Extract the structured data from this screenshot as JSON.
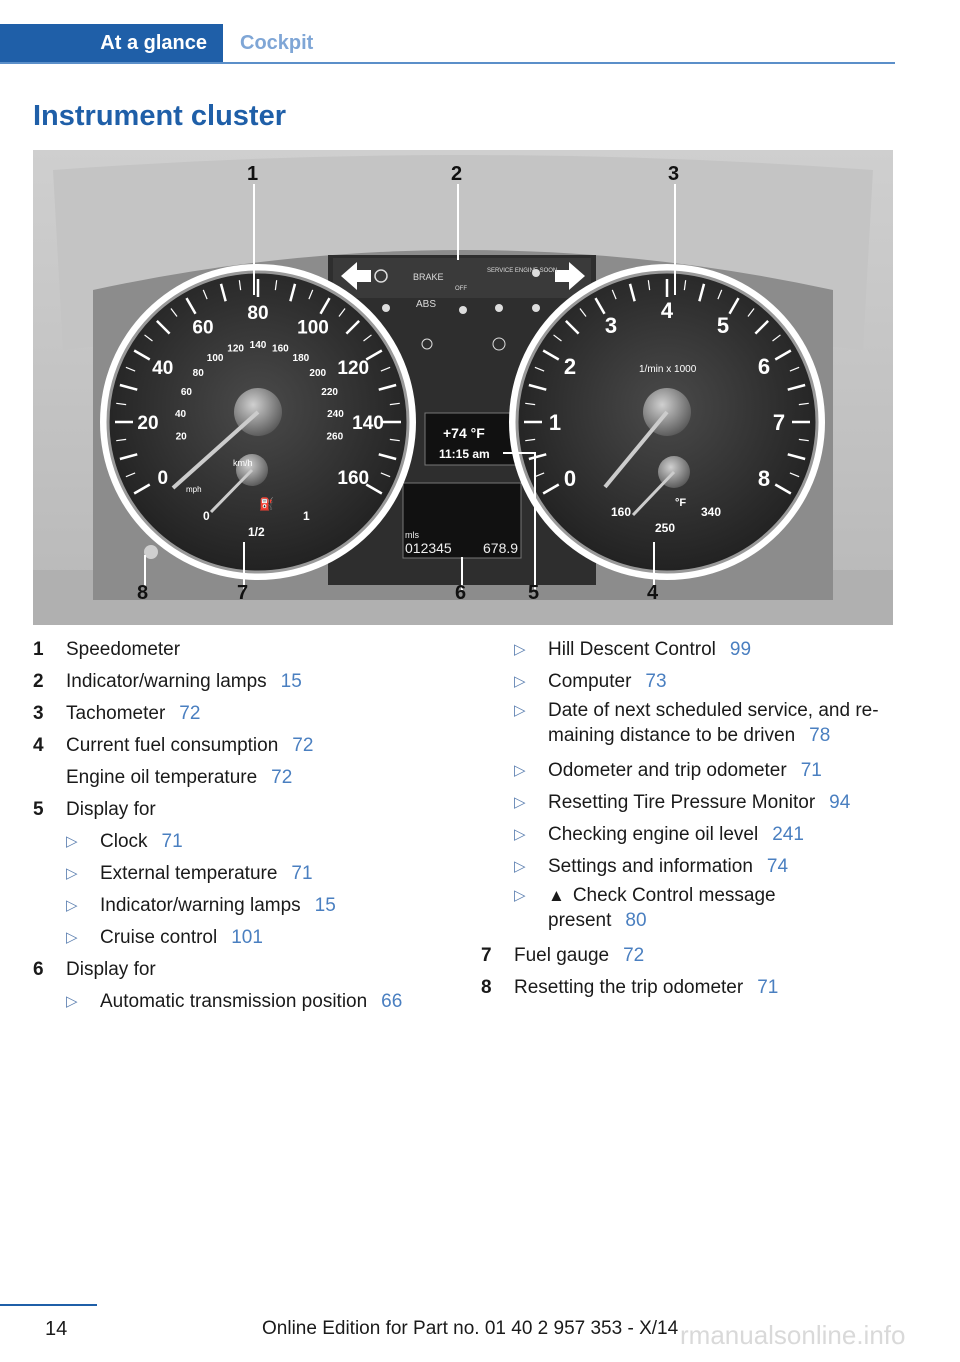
{
  "header": {
    "tab_active": "At a glance",
    "tab_inactive": "Cockpit"
  },
  "title": "Instrument cluster",
  "figure": {
    "callouts": [
      "1",
      "2",
      "3",
      "4",
      "5",
      "6",
      "7",
      "8"
    ],
    "speedo": {
      "mph_major": [
        "0",
        "20",
        "40",
        "60",
        "80",
        "100",
        "120",
        "140",
        "160"
      ],
      "kmh": [
        "20",
        "40",
        "60",
        "80",
        "100",
        "120",
        "140",
        "160",
        "180",
        "200",
        "220",
        "240",
        "260"
      ],
      "unit_kmh": "km/h",
      "unit_mph": "mph",
      "fuel_half": "1/2",
      "fuel_zero": "0",
      "fuel_one": "1"
    },
    "tacho": {
      "marks": [
        "0",
        "1",
        "2",
        "3",
        "4",
        "5",
        "6",
        "7",
        "8"
      ],
      "unit": "1/min x 1000",
      "oil": [
        "160",
        "250",
        "340"
      ],
      "oil_unit": "°F"
    },
    "center": {
      "temp": "+74 °F",
      "time": "11:15 am",
      "odo": "012345",
      "trip": "678.9",
      "odo_unit": "mls"
    },
    "lamps": {
      "brake": "BRAKE",
      "abs": "ABS",
      "service": "SERVICE ENGINE SOON",
      "off": "OFF"
    }
  },
  "left_list": [
    {
      "num": "1",
      "text": "Speedometer",
      "ref": ""
    },
    {
      "num": "2",
      "text": "Indicator/warning lamps",
      "ref": "15"
    },
    {
      "num": "3",
      "text": "Tachometer",
      "ref": "72"
    },
    {
      "num": "4",
      "text": "Current fuel consumption",
      "ref": "72"
    },
    {
      "num": "",
      "text": "Engine oil temperature",
      "ref": "72"
    },
    {
      "num": "5",
      "text": "Display for",
      "ref": ""
    },
    {
      "sub": true,
      "text": "Clock",
      "ref": "71"
    },
    {
      "sub": true,
      "text": "External temperature",
      "ref": "71"
    },
    {
      "sub": true,
      "text": "Indicator/warning lamps",
      "ref": "15"
    },
    {
      "sub": true,
      "text": "Cruise control",
      "ref": "101"
    },
    {
      "num": "6",
      "text": "Display for",
      "ref": ""
    },
    {
      "sub": true,
      "text": "Automatic transmission position",
      "ref": "66"
    }
  ],
  "right_list": {
    "items": [
      {
        "text": "Hill Descent Control",
        "ref": "99"
      },
      {
        "text": "Computer",
        "ref": "73"
      },
      {
        "text": "Date of next scheduled service, and re-",
        "text2": "maining distance to be driven",
        "ref": "78"
      },
      {
        "text": "Odometer and trip odometer",
        "ref": "71"
      },
      {
        "text": "Resetting Tire Pressure Monitor",
        "ref": "94"
      },
      {
        "text": "Checking engine oil level",
        "ref": "241"
      },
      {
        "text": "Settings and information",
        "ref": "74"
      },
      {
        "warn": "▲",
        "text": "Check Control message",
        "text2": "present",
        "ref": "80"
      }
    ],
    "numbered": [
      {
        "num": "7",
        "text": "Fuel gauge",
        "ref": "72"
      },
      {
        "num": "8",
        "text": "Resetting the trip odometer",
        "ref": "71"
      }
    ]
  },
  "footer": {
    "page": "14",
    "edition": "Online Edition for Part no. 01 40 2 957 353 - X/14",
    "watermark": "rmanualsonline.info"
  },
  "colors": {
    "accent": "#1f5fa8",
    "ref": "#4a7fc0",
    "tab_inactive": "#7fa6d6"
  }
}
